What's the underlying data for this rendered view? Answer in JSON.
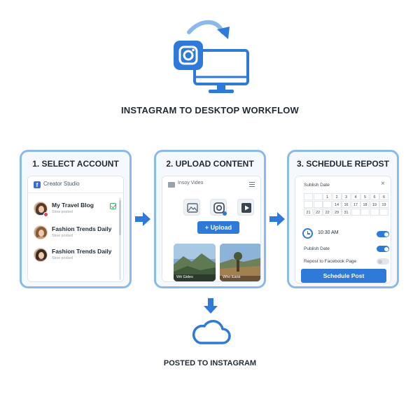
{
  "title": "INSTAGRAM TO DESKTOP WORKFLOW",
  "footer": "POSTED TO INSTAGRAM",
  "colors": {
    "accent": "#2f7ad9",
    "panel_border": "#8ab9ea",
    "success": "#3aa85d"
  },
  "steps": [
    {
      "title": "1. SELECT ACCOUNT",
      "header_icon": "facebook-icon",
      "header_label": "Creator Studio",
      "accounts": [
        {
          "name": "My Travel Blog",
          "sub": "Slow posted",
          "selected": true
        },
        {
          "name": "Fashion Trends Daily",
          "sub": "Slow posted",
          "selected": false
        },
        {
          "name": "Fashion Trends Daily",
          "sub": "Slow posted",
          "selected": false
        }
      ]
    },
    {
      "title": "2. UPLOAD CONTENT",
      "header_label": "Insoy Video",
      "media_icons": [
        "photo-icon",
        "instagram-icon",
        "video-icon"
      ],
      "upload_label": "+ Upload",
      "thumbnails": [
        {
          "label": "Wit Gides"
        },
        {
          "label": "Who Eaos"
        }
      ]
    },
    {
      "title": "3. SCHEDULE REPOST",
      "header_label": "Sublish Date",
      "calendar_rows": [
        [
          "",
          "",
          "1",
          "2",
          "3",
          "4",
          "5",
          "6",
          "6"
        ],
        [
          "",
          "",
          "",
          "14",
          "16",
          "17",
          "18",
          "19",
          "19"
        ],
        [
          "21",
          "22",
          "22",
          "29",
          "31",
          "",
          "",
          "",
          ""
        ]
      ],
      "time": "10:30 AM",
      "time_toggle_on": true,
      "options": [
        {
          "label": "Publish Date",
          "on": true
        },
        {
          "label": "Repost to Facebook Page",
          "on": false
        }
      ],
      "button_label": "Schedule Post"
    }
  ]
}
